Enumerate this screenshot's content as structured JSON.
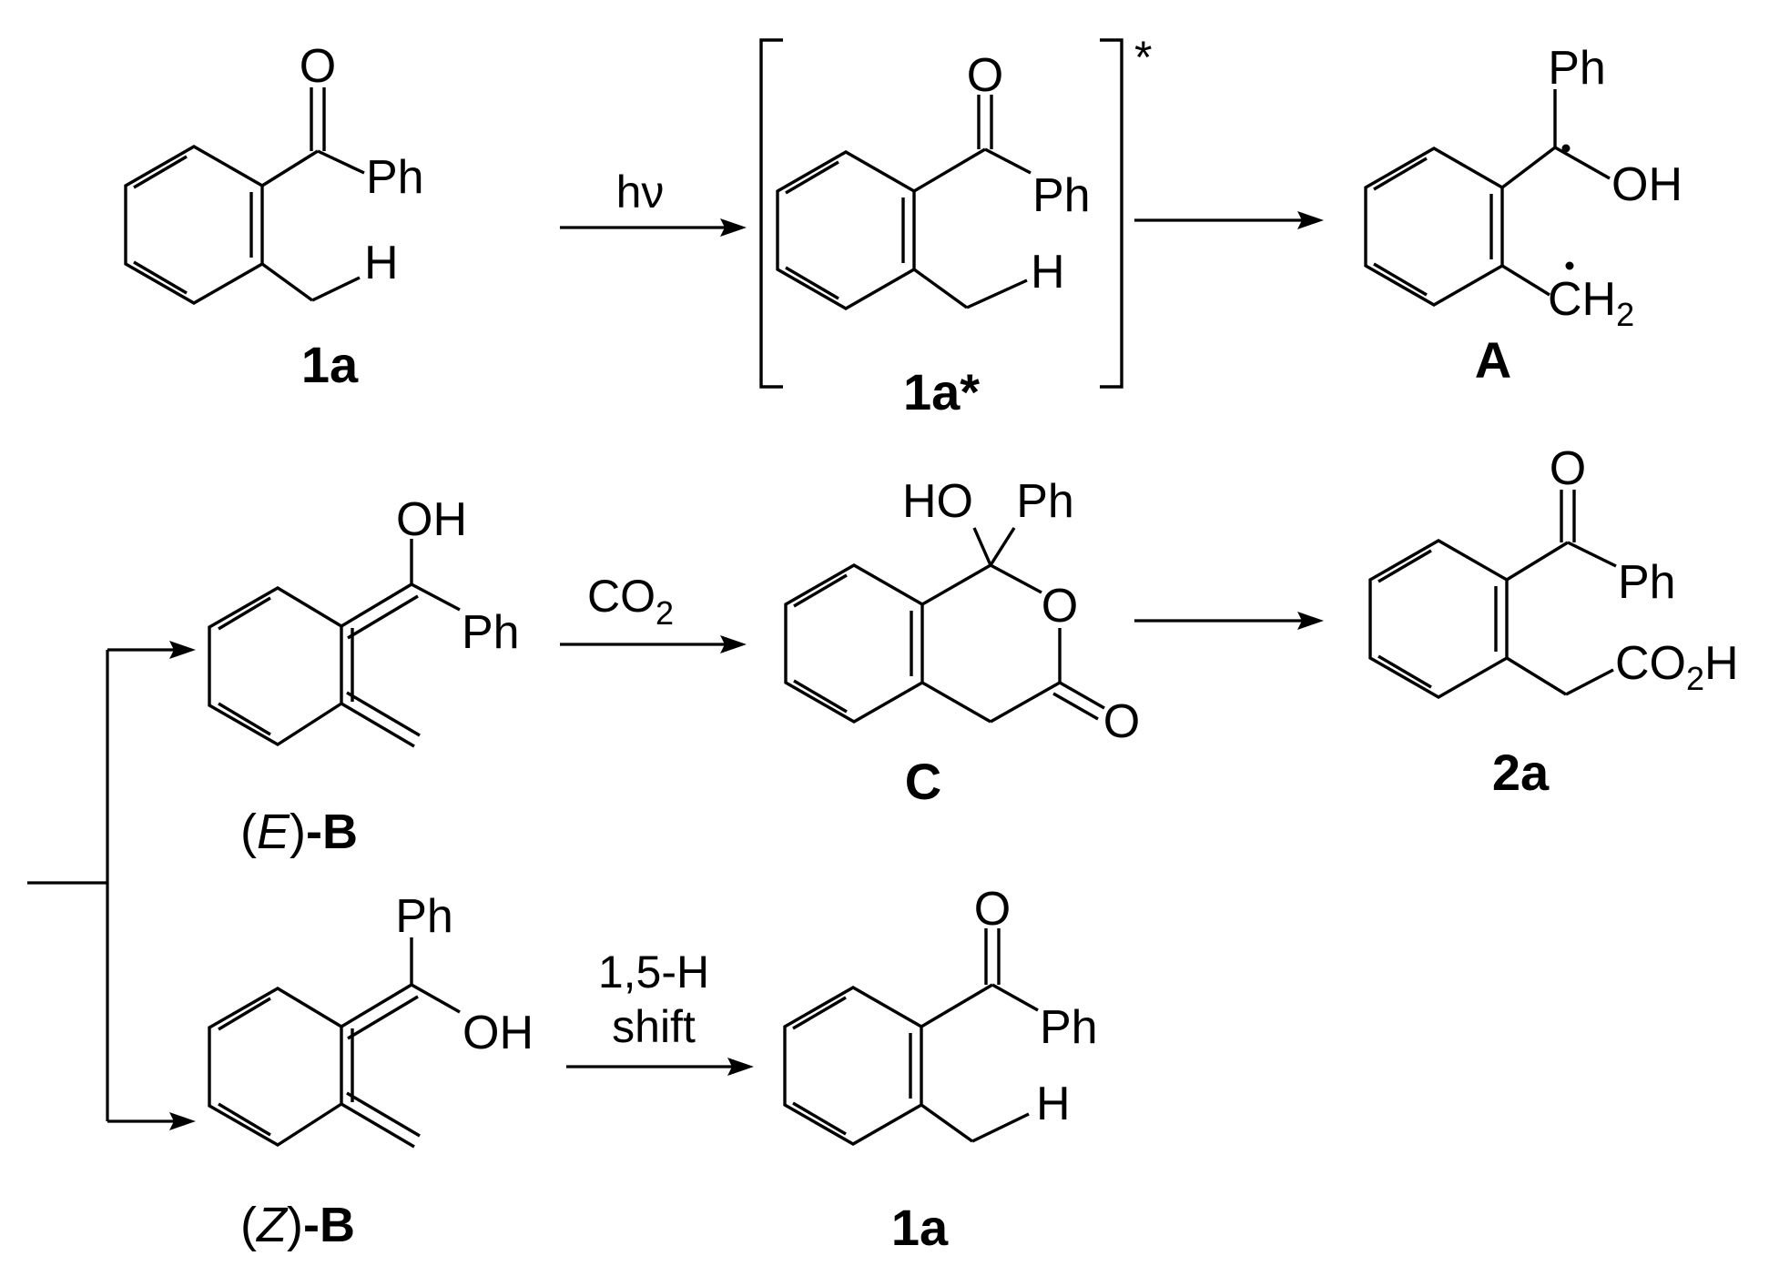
{
  "atoms": {
    "O": "O",
    "Ph": "Ph",
    "H": "H",
    "OH": "OH",
    "HO": "HO",
    "CH": "CH",
    "two": "2",
    "CO": "CO"
  },
  "reagents": {
    "hv": "hν",
    "co2_main": "CO",
    "co2_sub": "2",
    "shift_line1": "1,5-H",
    "shift_line2": "shift"
  },
  "excited_mark": "*",
  "compounds": {
    "c1a": "1a",
    "c1a_star": "1a*",
    "cA": "A",
    "cC": "C",
    "c2a": "2a",
    "cE_open": "(",
    "cE_letter": "E",
    "cE_close": ")",
    "cE_B": "-B",
    "cZ_open": "(",
    "cZ_letter": "Z",
    "cZ_close": ")",
    "cZ_B": "-B",
    "c1a_bottom": "1a"
  }
}
